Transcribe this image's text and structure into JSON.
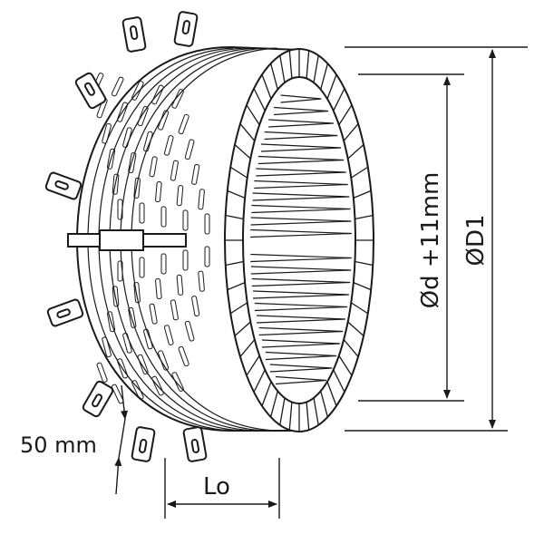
{
  "labels": {
    "width_label": "50 mm",
    "length_label": "Lo",
    "inner_diameter_label": "Ød +11mm",
    "outer_diameter_label": "ØD1"
  },
  "colors": {
    "stroke": "#1a1a1a",
    "background": "#ffffff"
  }
}
